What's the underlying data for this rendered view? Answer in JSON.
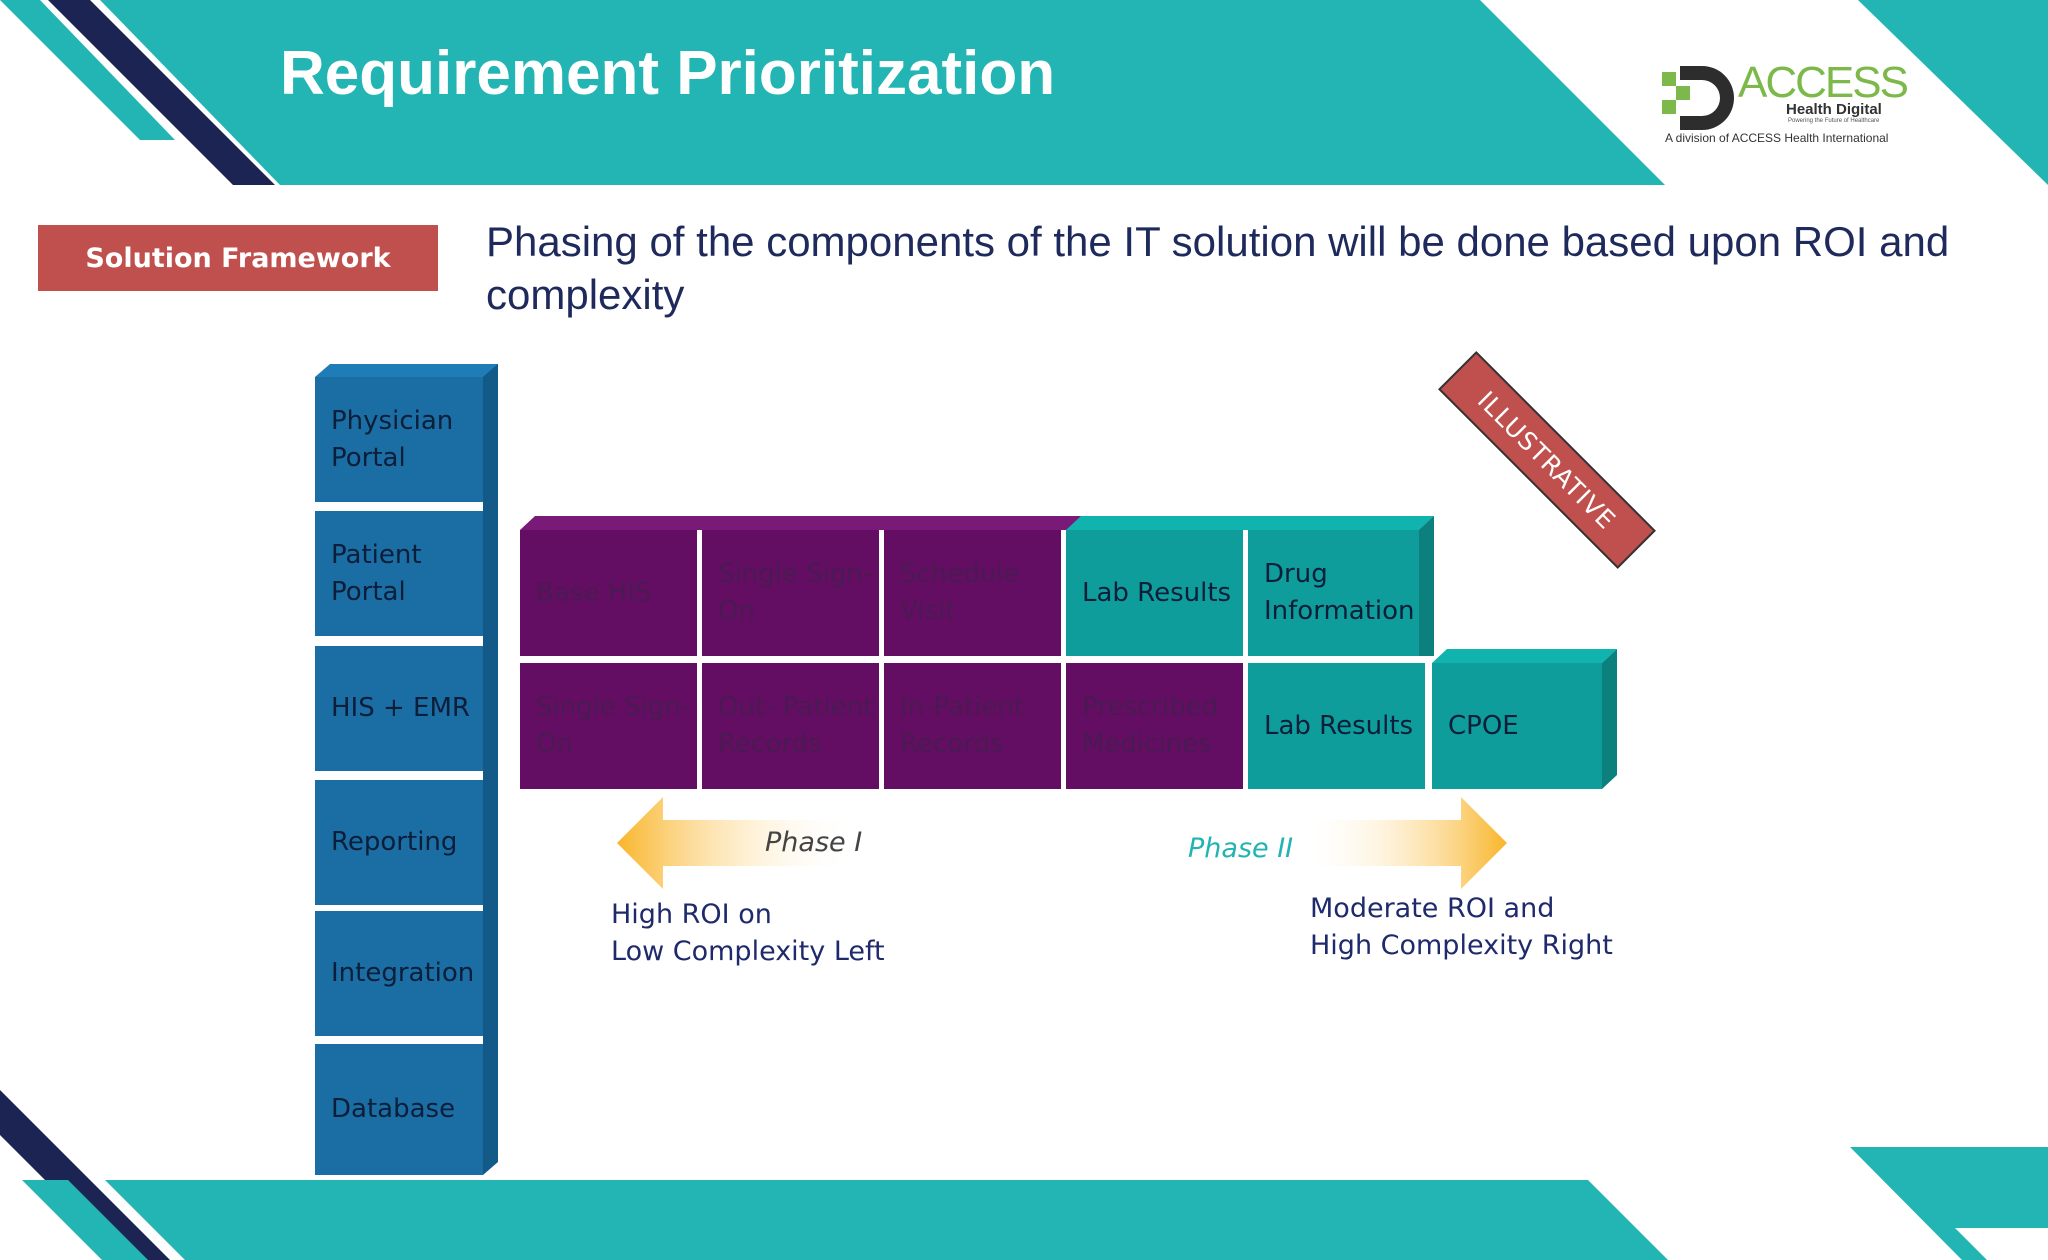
{
  "header": {
    "title": "Requirement Prioritization"
  },
  "logo": {
    "name": "ACCESS",
    "sub": "Health Digital",
    "tagline": "Powering the Future of Healthcare",
    "division": "A division of ACCESS Health International"
  },
  "framework_label": "Solution Framework",
  "subtitle": "Phasing of the components of the IT solution will be done based upon ROI and complexity",
  "stack": [
    "Physician Portal",
    "Patient Portal",
    "HIS + EMR",
    "Reporting",
    "Integration",
    "Database"
  ],
  "row_top": [
    "Base HIS",
    "Single Sign-On",
    "Schedule Visit",
    "Lab Results",
    "Drug Information"
  ],
  "row_bottom": [
    "Single Sign-On",
    "Out- Patient Records",
    "In-Patient Records",
    "Prescribed Medicines",
    "Lab Results",
    "CPOE"
  ],
  "phase1": {
    "label": "Phase I",
    "note_line1": "High ROI on",
    "note_line2": "Low Complexity Left"
  },
  "phase2": {
    "label": "Phase II",
    "note_line1": "Moderate ROI and",
    "note_line2": "High Complexity Right"
  },
  "stamp": "ILLUSTRATIVE",
  "colors": {
    "teal": "#22b5b3",
    "navy": "#1b2452",
    "purple": "#640e63",
    "blue": "#1a6ea3",
    "red": "#c0504d",
    "orange": "#f6b634"
  }
}
